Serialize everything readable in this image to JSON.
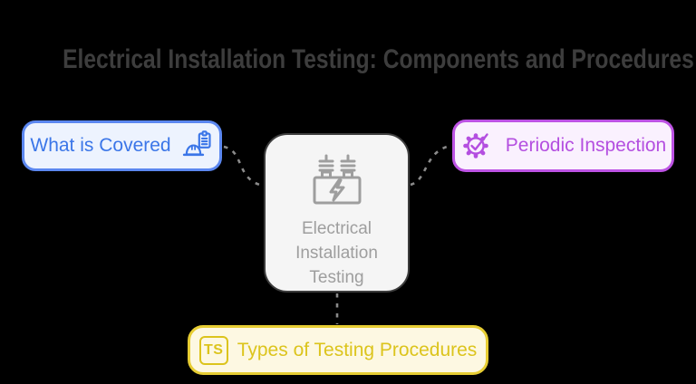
{
  "title": {
    "text": "Electrical Installation Testing: Components and Procedures"
  },
  "center_node": {
    "icon": "transformer-bolt-icon",
    "lines": {
      "0": "Electrical",
      "1": "Installation",
      "2": "Testing"
    }
  },
  "nodes": {
    "0": {
      "id": "what-is-covered",
      "label": "What is Covered",
      "icon": "hardhat-clipboard-icon",
      "position": "left"
    },
    "1": {
      "id": "periodic-inspection",
      "label": "Periodic Inspection",
      "icon": "gear-check-icon",
      "position": "right"
    },
    "2": {
      "id": "types-of-testing-procedures",
      "label": "Types of Testing Procedures",
      "icon": "ts-badge-icon",
      "icon_text": "TS",
      "position": "bottom"
    }
  },
  "connectors": {
    "style": "dashed",
    "color": "#8a8a8a"
  },
  "colors": {
    "bg": "#000000",
    "title-color": "#3d3d3d",
    "blue-border": "#5b87f0",
    "blue-fill": "#edf3fe",
    "blue-accent": "#3b76e8",
    "purple-border": "#bd53e4",
    "purple-fill": "#faf1fe",
    "purple-accent": "#b44fe0",
    "yellow-border": "#e7cd33",
    "yellow-fill": "#fdf8e2",
    "yellow-accent": "#dcc41c",
    "center-border": "#3d3d3d",
    "center-fill": "#f5f5f5",
    "center-text": "#9e9e9e",
    "connector": "#8a8a8a"
  }
}
